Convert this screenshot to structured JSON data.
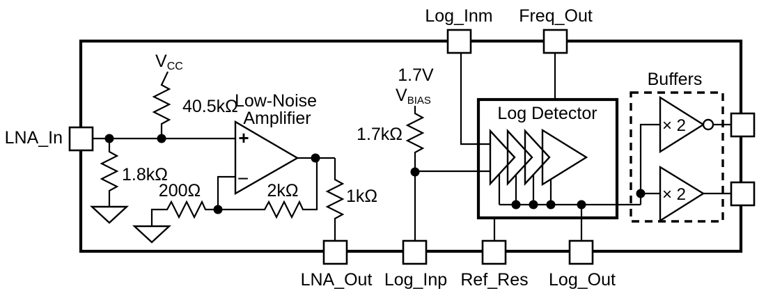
{
  "colors": {
    "ink": "#000000",
    "background": "#ffffff"
  },
  "pins": {
    "lna_in": {
      "label": "LNA_In"
    },
    "log_inm": {
      "label": "Log_Inm"
    },
    "freq_out": {
      "label": "Freq_Out"
    },
    "lna_out": {
      "label": "LNA_Out"
    },
    "log_inp": {
      "label": "Log_Inp"
    },
    "ref_res": {
      "label": "Ref_Res"
    },
    "log_out": {
      "label": "Log_Out"
    }
  },
  "supplies": {
    "vcc": {
      "symbol": "V",
      "subscript": "CC"
    },
    "vbias": {
      "value": "1.7V",
      "symbol": "V",
      "subscript": "BIAS"
    }
  },
  "resistors": {
    "input_pullup": "40.5kΩ",
    "input_shunt": "1.8kΩ",
    "gain_set": "200Ω",
    "feedback": "2kΩ",
    "output": "1kΩ",
    "bias": "1.7kΩ"
  },
  "amplifier": {
    "title_line1": "Low-Noise",
    "title_line2": "Amplifier",
    "plus": "+",
    "minus": "−"
  },
  "log_detector": {
    "title": "Log Detector"
  },
  "buffers": {
    "title": "Buffers",
    "gain_top": "× 2",
    "gain_bottom": "× 2"
  }
}
